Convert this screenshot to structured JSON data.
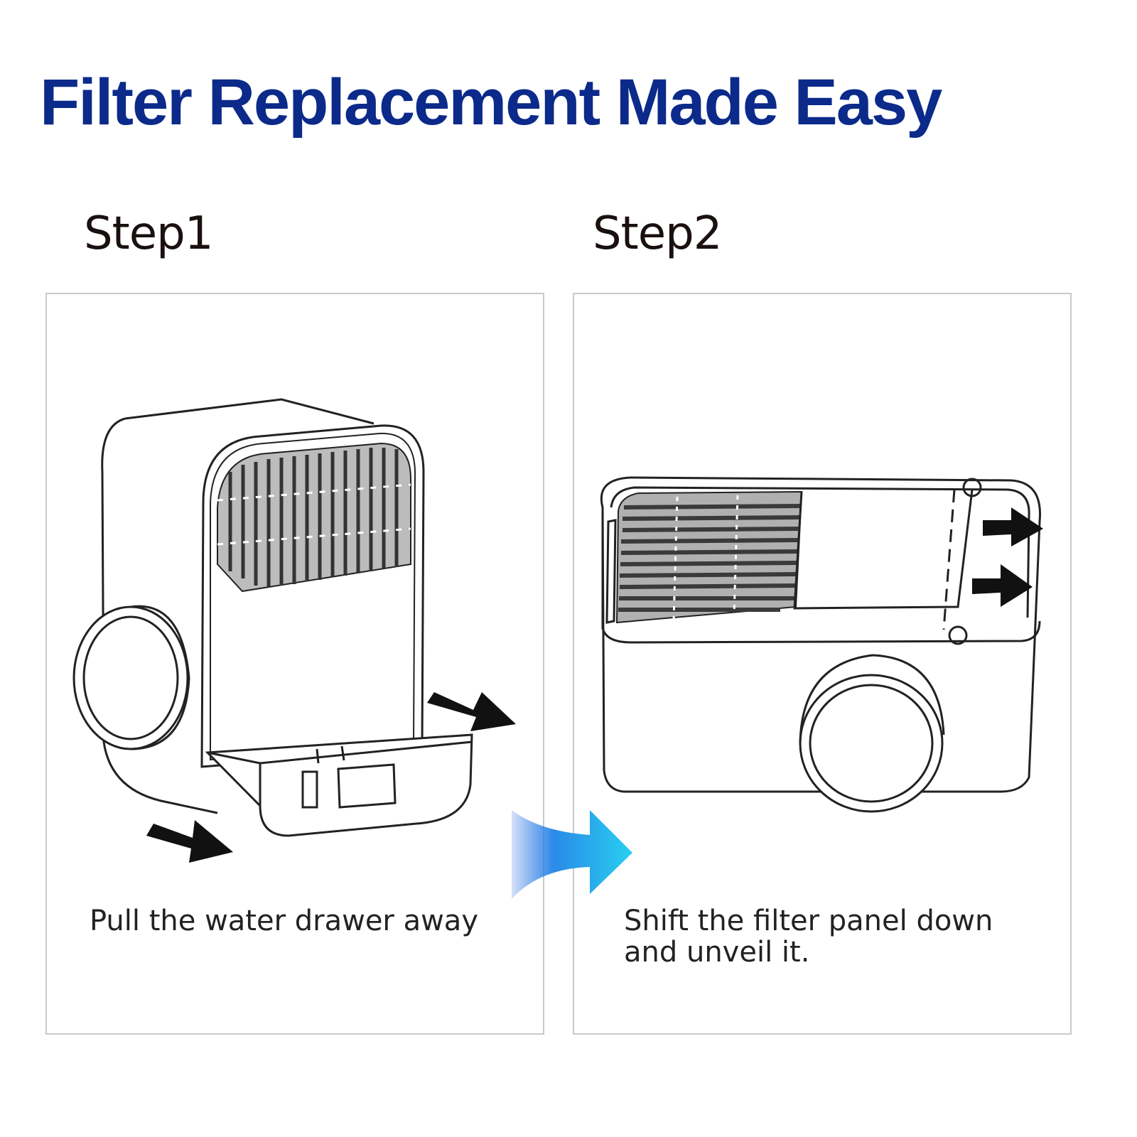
{
  "header": {
    "title": "Filter Replacement Made Easy"
  },
  "steps": [
    {
      "label": "Step1",
      "caption": "Pull the water drawer away"
    },
    {
      "label": "Step2",
      "caption": "Shift the filter panel down and unveil it."
    }
  ],
  "colors": {
    "title": "#0b2a8a",
    "flow_arrow_start": "#2a6be0",
    "flow_arrow_end": "#28d0f0",
    "line_art": "#222222"
  }
}
